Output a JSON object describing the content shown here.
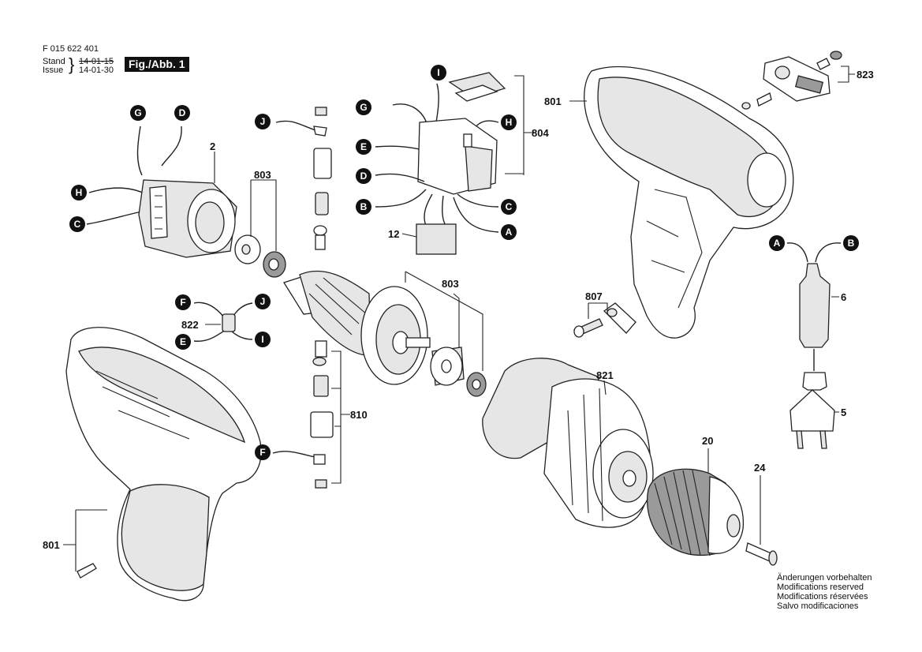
{
  "header": {
    "doc_number": "F 015 622 401",
    "stand_label": "Stand",
    "issue_label": "Issue",
    "stand_date": "14-01-15",
    "issue_date": "14-01-30",
    "figure_label": "Fig./Abb. 1"
  },
  "footer_notes": [
    "Änderungen vorbehalten",
    "Modifications reserved",
    "Modifications réservées",
    "Salvo modificaciones"
  ],
  "part_numbers": {
    "stator": "2",
    "cord": "6",
    "plug": "5",
    "switch_base": "12",
    "chuck": "20",
    "screw": "24",
    "housing_left": "801",
    "housing_right": "801",
    "bearing_top": "803",
    "bearing_mid": "803",
    "switch": "804",
    "cable_clip": "807",
    "brush_set": "810",
    "gearbox": "821",
    "wire_connector": "822",
    "direction_lever": "823"
  },
  "connection_letters": [
    "A",
    "B",
    "C",
    "D",
    "E",
    "F",
    "G",
    "H",
    "I",
    "J"
  ]
}
